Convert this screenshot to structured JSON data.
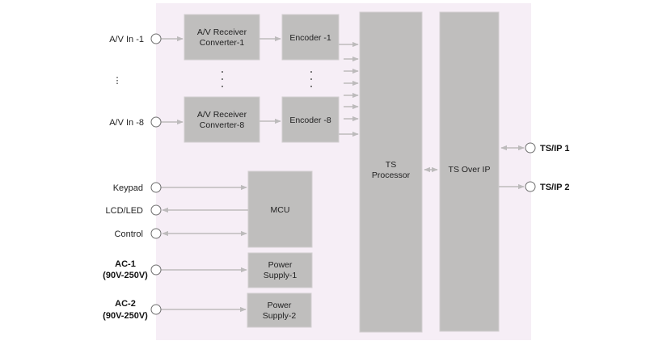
{
  "diagram": {
    "title": "",
    "colors": {
      "panel": "#f6eef6",
      "block": "#bfbebd",
      "wire": "#bdbbbc",
      "text": "#222222"
    },
    "inputs": {
      "av_in_1": "A/V In -1",
      "av_in_8": "A/V In -8",
      "ellipsis": "⋮",
      "keypad": "Keypad",
      "lcd_led": "LCD/LED",
      "control": "Control",
      "ac1": {
        "line1": "AC-1",
        "line2": "(90V-250V)"
      },
      "ac2": {
        "line1": "AC-2",
        "line2": "(90V-250V)"
      }
    },
    "outputs": {
      "tsip1": "TS/IP 1",
      "tsip2": "TS/IP 2"
    },
    "blocks": {
      "receiver1": {
        "line1": "A/V Receiver",
        "line2": "Converter-1"
      },
      "receiver8": {
        "line1": "A/V Receiver",
        "line2": "Converter-8"
      },
      "encoder1": "Encoder -1",
      "encoder8": "Encoder -8",
      "ts_processor": {
        "line1": "TS",
        "line2": "Processor"
      },
      "ts_over_ip": "TS Over IP",
      "mcu": "MCU",
      "power1": {
        "line1": "Power",
        "line2": "Supply-1"
      },
      "power2": {
        "line1": "Power",
        "line2": "Supply-2"
      }
    },
    "connections": [
      {
        "from": "A/V In -1",
        "to": "A/V Receiver Converter-1",
        "direction": "forward"
      },
      {
        "from": "A/V Receiver Converter-1",
        "to": "Encoder -1",
        "direction": "forward"
      },
      {
        "from": "A/V In -8",
        "to": "A/V Receiver Converter-8",
        "direction": "forward"
      },
      {
        "from": "A/V Receiver Converter-8",
        "to": "Encoder -8",
        "direction": "forward"
      },
      {
        "from": "Encoder -1..-8",
        "to": "TS Processor",
        "direction": "forward",
        "count": 8
      },
      {
        "from": "TS Processor",
        "to": "TS Over IP",
        "direction": "bidirectional"
      },
      {
        "from": "TS Over IP",
        "to": "TS/IP 1",
        "direction": "bidirectional"
      },
      {
        "from": "TS Over IP",
        "to": "TS/IP 2",
        "direction": "forward"
      },
      {
        "from": "Keypad",
        "to": "MCU",
        "direction": "forward"
      },
      {
        "from": "MCU",
        "to": "LCD/LED",
        "direction": "forward"
      },
      {
        "from": "Control",
        "to": "MCU",
        "direction": "bidirectional"
      },
      {
        "from": "AC-1",
        "to": "Power Supply-1",
        "direction": "forward"
      },
      {
        "from": "AC-2",
        "to": "Power Supply-2",
        "direction": "forward"
      }
    ]
  }
}
